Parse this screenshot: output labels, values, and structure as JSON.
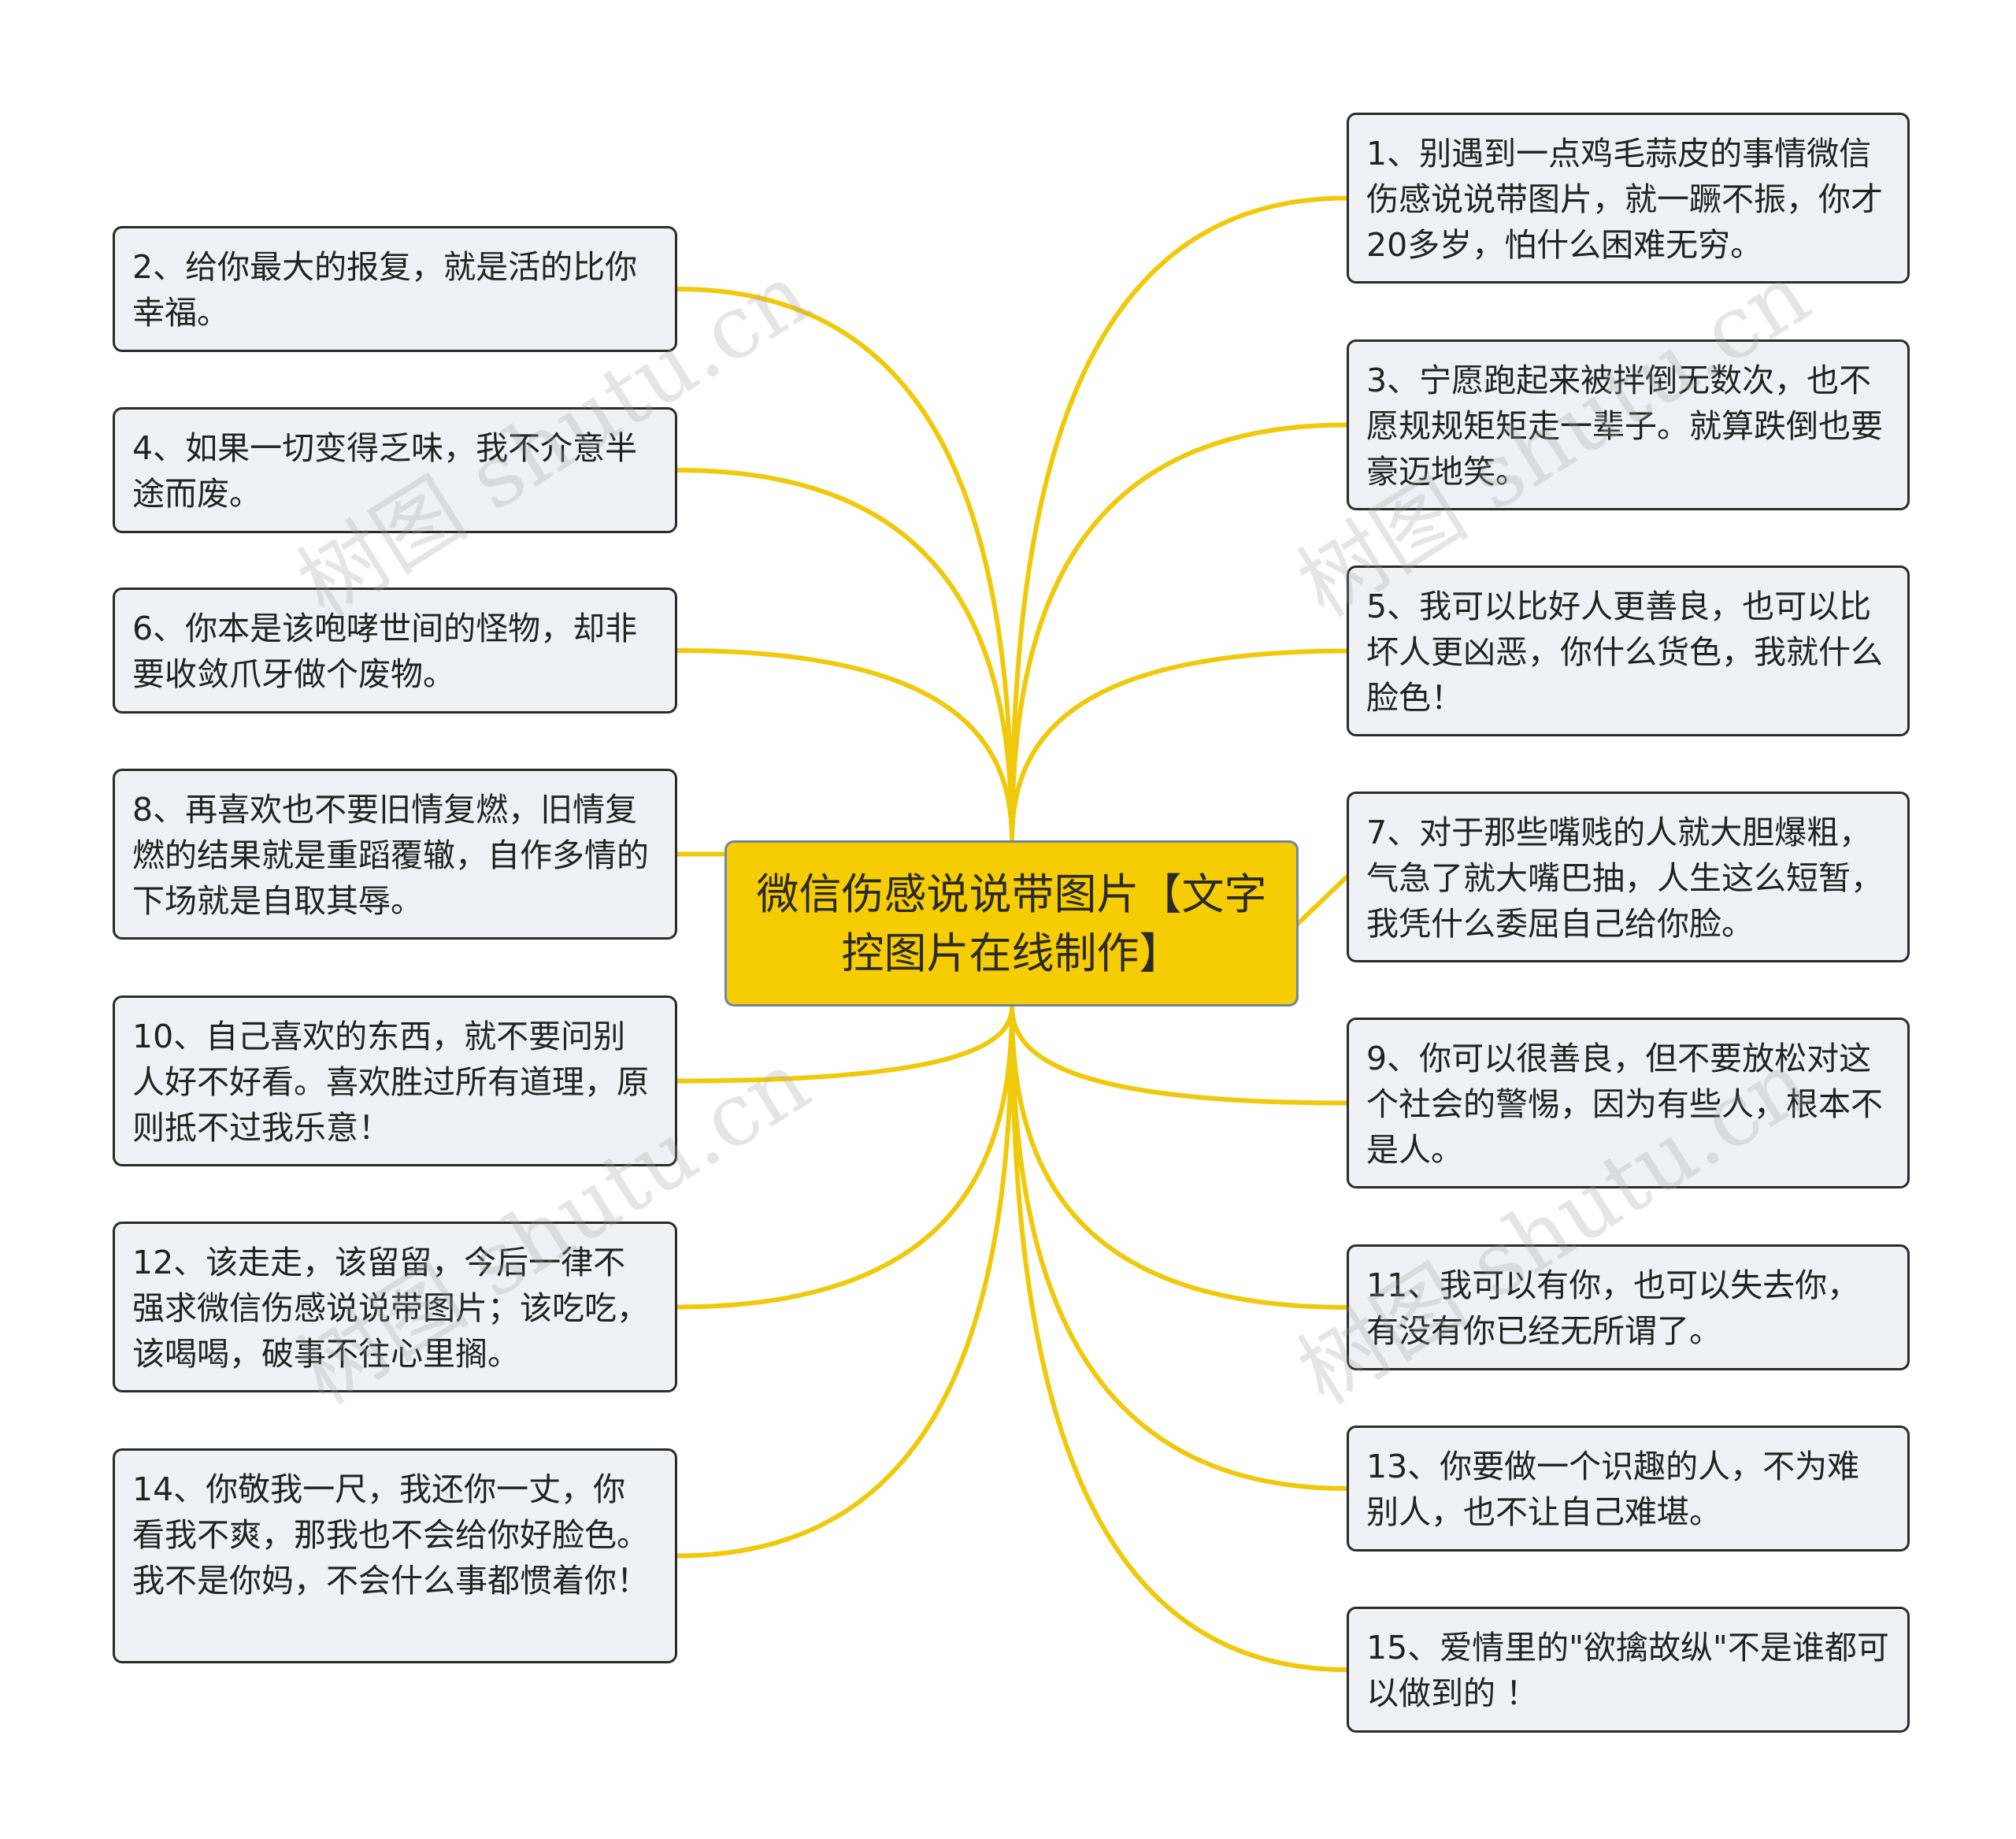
{
  "central": {
    "text": "微信伤感说说带图片【文字控图片在线制作】"
  },
  "colors": {
    "link": "#f0c90a",
    "central_fill": "#f6cc02",
    "node_fill": "#eff1f4"
  },
  "left_nodes": [
    {
      "text": "2、给你最大的报复，就是活的比你幸福。"
    },
    {
      "text": "4、如果一切变得乏味，我不介意半途而废。"
    },
    {
      "text": "6、你本是该咆哮世间的怪物，却非要收敛爪牙做个废物。"
    },
    {
      "text": "8、再喜欢也不要旧情复燃，旧情复燃的结果就是重蹈覆辙，自作多情的下场就是自取其辱。"
    },
    {
      "text": "10、自己喜欢的东西，就不要问别人好不好看。喜欢胜过所有道理，原则抵不过我乐意！"
    },
    {
      "text": "12、该走走，该留留，今后一律不强求微信伤感说说带图片；该吃吃，该喝喝，破事不往心里搁。"
    },
    {
      "text": "14、你敬我一尺，我还你一丈，你看我不爽，那我也不会给你好脸色。我不是你妈，不会什么事都惯着你！"
    }
  ],
  "right_nodes": [
    {
      "text": "1、别遇到一点鸡毛蒜皮的事情微信伤感说说带图片，就一蹶不振，你才20多岁，怕什么困难无穷。"
    },
    {
      "text": "3、宁愿跑起来被拌倒无数次，也不愿规规矩矩走一辈子。就算跌倒也要豪迈地笑。"
    },
    {
      "text": "5、我可以比好人更善良，也可以比坏人更凶恶，你什么货色，我就什么脸色！"
    },
    {
      "text": "7、对于那些嘴贱的人就大胆爆粗，气急了就大嘴巴抽，人生这么短暂，我凭什么委屈自己给你脸。"
    },
    {
      "text": "9、你可以很善良，但不要放松对这个社会的警惕，因为有些人，根本不是人。"
    },
    {
      "text": "11、我可以有你，也可以失去你，有没有你已经无所谓了。"
    },
    {
      "text": "13、你要做一个识趣的人，不为难别人，也不让自己难堪。"
    },
    {
      "text": "15、爱情里的\"欲擒故纵\"不是谁都可以做到的 ！"
    }
  ],
  "watermark": "树图 shutu.cn"
}
